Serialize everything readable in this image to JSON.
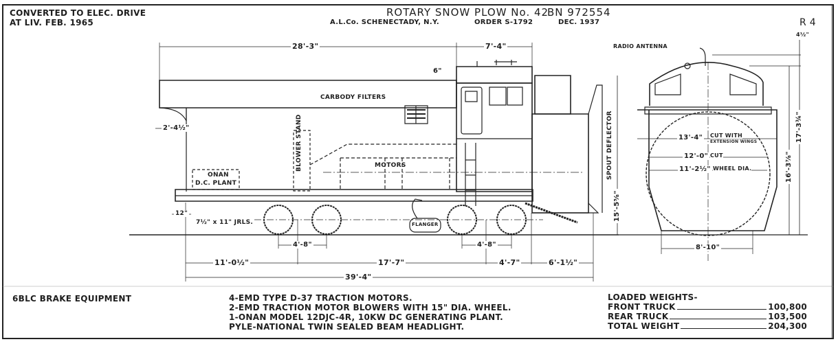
{
  "header": {
    "conversion_note_line1": "CONVERTED TO ELEC. DRIVE",
    "conversion_note_line2": "AT LIV. FEB. 1965",
    "title": "ROTARY SNOW PLOW No. 42",
    "number": "BN 972554",
    "builder": "A.L.Co. SCHENECTADY, N.Y.",
    "order": "ORDER S-1792",
    "date": "DEC. 1937",
    "sheet_code": "R 4"
  },
  "side_view": {
    "labels": {
      "carbody_filters": "CARBODY FILTERS",
      "blower_stand": "BLOWER STAND",
      "motors": "MOTORS",
      "onan_plant_line1": "ONAN",
      "onan_plant_line2": "D.C. PLANT",
      "journals": "7½\" x 11\" JRLS.",
      "flanger": "FLANGER",
      "spout_deflector": "SPOUT DEFLECTOR"
    },
    "dimensions": {
      "body_length": "28'-3\"",
      "cab_length": "7'-4\"",
      "roof_step": "6\"",
      "overhang": "2'-4½\"",
      "end_offset": "12\"",
      "rear_truck_wheelbase": "4'-8\"",
      "front_truck_wheelbase": "4'-8\"",
      "rear_end_to_truck": "11'-0½\"",
      "truck_centers": "17'-7\"",
      "front_truck_to_hood": "4'-7\"",
      "hood_to_front": "6'-1½\"",
      "overall_length": "39'-4\"",
      "spout_deflector_height": "15'-5⅝\""
    }
  },
  "end_view": {
    "labels": {
      "radio_antenna": "RADIO ANTENNA",
      "cut_with_extension": "CUT WITH",
      "cut_with_extension_2": "EXTENSION WINGS",
      "cut": "CUT",
      "wheel_dia": "WHEEL DIA."
    },
    "dimensions": {
      "antenna_clearance": "4½\"",
      "cut_with_wings": "13'-4\"",
      "cut_width": "12'-0\"",
      "wheel_diameter": "11'-2½\"",
      "base_width": "8'-10\"",
      "cab_height": "16'-3⅞\"",
      "overall_height": "17'-3¾\""
    }
  },
  "footer": {
    "brake_equipment": "6BLC BRAKE EQUIPMENT",
    "equipment_notes": [
      "4-EMD TYPE D-37 TRACTION MOTORS.",
      "2-EMD TRACTION MOTOR BLOWERS WITH 15\" DIA. WHEEL.",
      "1-ONAN MODEL 12DJC-4R, 10KW DC GENERATING PLANT.",
      "PYLE-NATIONAL TWIN SEALED BEAM HEADLIGHT."
    ],
    "weights": {
      "heading": "LOADED WEIGHTS-",
      "rows": [
        {
          "label": "FRONT TRUCK",
          "value": "100,800"
        },
        {
          "label": "REAR TRUCK",
          "value": "103,500"
        },
        {
          "label": "TOTAL WEIGHT",
          "value": "204,300"
        }
      ]
    }
  }
}
